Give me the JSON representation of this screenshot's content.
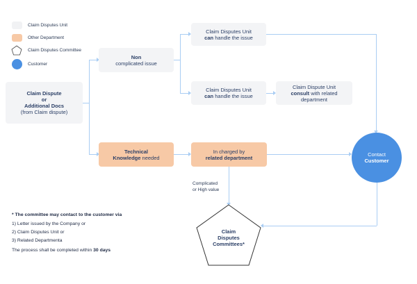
{
  "legend": {
    "items": [
      {
        "label": "Claim Disputes Unit",
        "color": "#f1f2f4"
      },
      {
        "label": "Other Department",
        "color": "#f7c9a6"
      },
      {
        "label": "Claim Disputes Committee",
        "color": "#ffffff"
      },
      {
        "label": "Customer",
        "color": "#4a90e2"
      }
    ]
  },
  "nodes": {
    "start": {
      "line1": "Claim Dispute",
      "line2": "or",
      "line3": "Additional Docs",
      "line4": "(from Claim dispute)"
    },
    "non_complicated": {
      "line1": "Non",
      "line2": "complicated issue"
    },
    "cdu_top": {
      "line1": "Claim Disputes Unit",
      "bold": "can",
      "rest": " handle the issue"
    },
    "cdu_mid": {
      "line1": "Claim Disputes Unit",
      "bold": "can",
      "rest": " handle the issue"
    },
    "consult": {
      "line1": "Claim Dispute Unit",
      "bold": "consult",
      "rest": " with related",
      "line3": "department"
    },
    "technical": {
      "bold": "Technical",
      "line2_bold": "Knowledge",
      "line2_rest": " needed"
    },
    "in_charge": {
      "line1": "In charged by",
      "bold": "related department"
    },
    "customer": {
      "line1": "Contact",
      "bold": "Customer"
    },
    "committee": {
      "line1": "Claim",
      "line2": "Disputes",
      "line3": "Committees*"
    }
  },
  "edge_labels": {
    "complicated": "Complicated",
    "high_value": "or High value"
  },
  "notes": {
    "title": "* The committee may contact to the customer via",
    "items": [
      "1) Letter issued by the Company or",
      "2) Claim Disputes Unit or",
      "3) Related Departmenta"
    ],
    "process_prefix": "The process shall be completed within ",
    "process_bold": "30 days"
  },
  "colors": {
    "line": "#a9cdf3",
    "customer": "#4a90e2",
    "orange": "#f7c9a6",
    "grey": "#f3f4f6"
  }
}
